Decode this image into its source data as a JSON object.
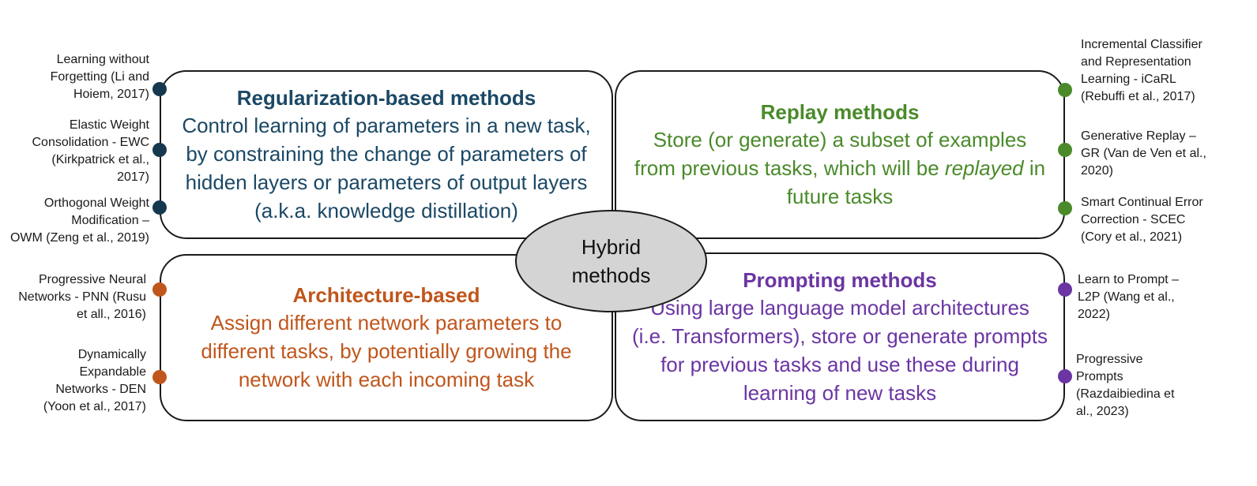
{
  "colors": {
    "regularization": "#1b4865",
    "replay": "#4a8a2a",
    "architecture": "#c0561c",
    "prompting": "#6b35a3",
    "hybrid_fill": "#d4d4d4"
  },
  "regularization": {
    "title": "Regularization-based methods",
    "description": "Control learning of parameters in a new task, by constraining the change of parameters of hidden layers or parameters of output layers (a.k.a. knowledge distillation)",
    "refs": [
      "Learning without\nForgetting (Li and\nHoiem, 2017)",
      "Elastic Weight\nConsolidation - EWC\n(Kirkpatrick et al.,\n2017)",
      "Orthogonal Weight\nModification –\nOWM (Zeng et al., 2019)"
    ]
  },
  "replay": {
    "title": "Replay methods",
    "description_before": "Store (or generate) a subset of examples from previous tasks, which will be ",
    "description_emphasis": "replayed",
    "description_after": " in future tasks",
    "refs": [
      "Incremental Classifier\nand Representation\nLearning - iCaRL\n(Rebuffi et al., 2017)",
      "Generative Replay –\nGR (Van de Ven et al.,\n2020)",
      "Smart Continual Error\nCorrection - SCEC\n(Cory et al., 2021)"
    ]
  },
  "architecture": {
    "title": "Architecture-based",
    "description": "Assign different network parameters to different tasks, by potentially growing the network with each incoming task",
    "refs": [
      "Progressive Neural\nNetworks - PNN (Rusu\net all., 2016)",
      "Dynamically\nExpandable\nNetworks - DEN\n(Yoon et al., 2017)"
    ]
  },
  "prompting": {
    "title": "Prompting methods",
    "description": "Using large language model architectures (i.e. Transformers), store or generate prompts for previous tasks and use these during learning of new tasks",
    "refs": [
      "Learn to Prompt –\nL2P (Wang et al.,\n2022)",
      "Progressive\nPrompts\n(Razdaibiedina et\nal., 2023)"
    ]
  },
  "hybrid": {
    "label": "Hybrid\nmethods"
  }
}
